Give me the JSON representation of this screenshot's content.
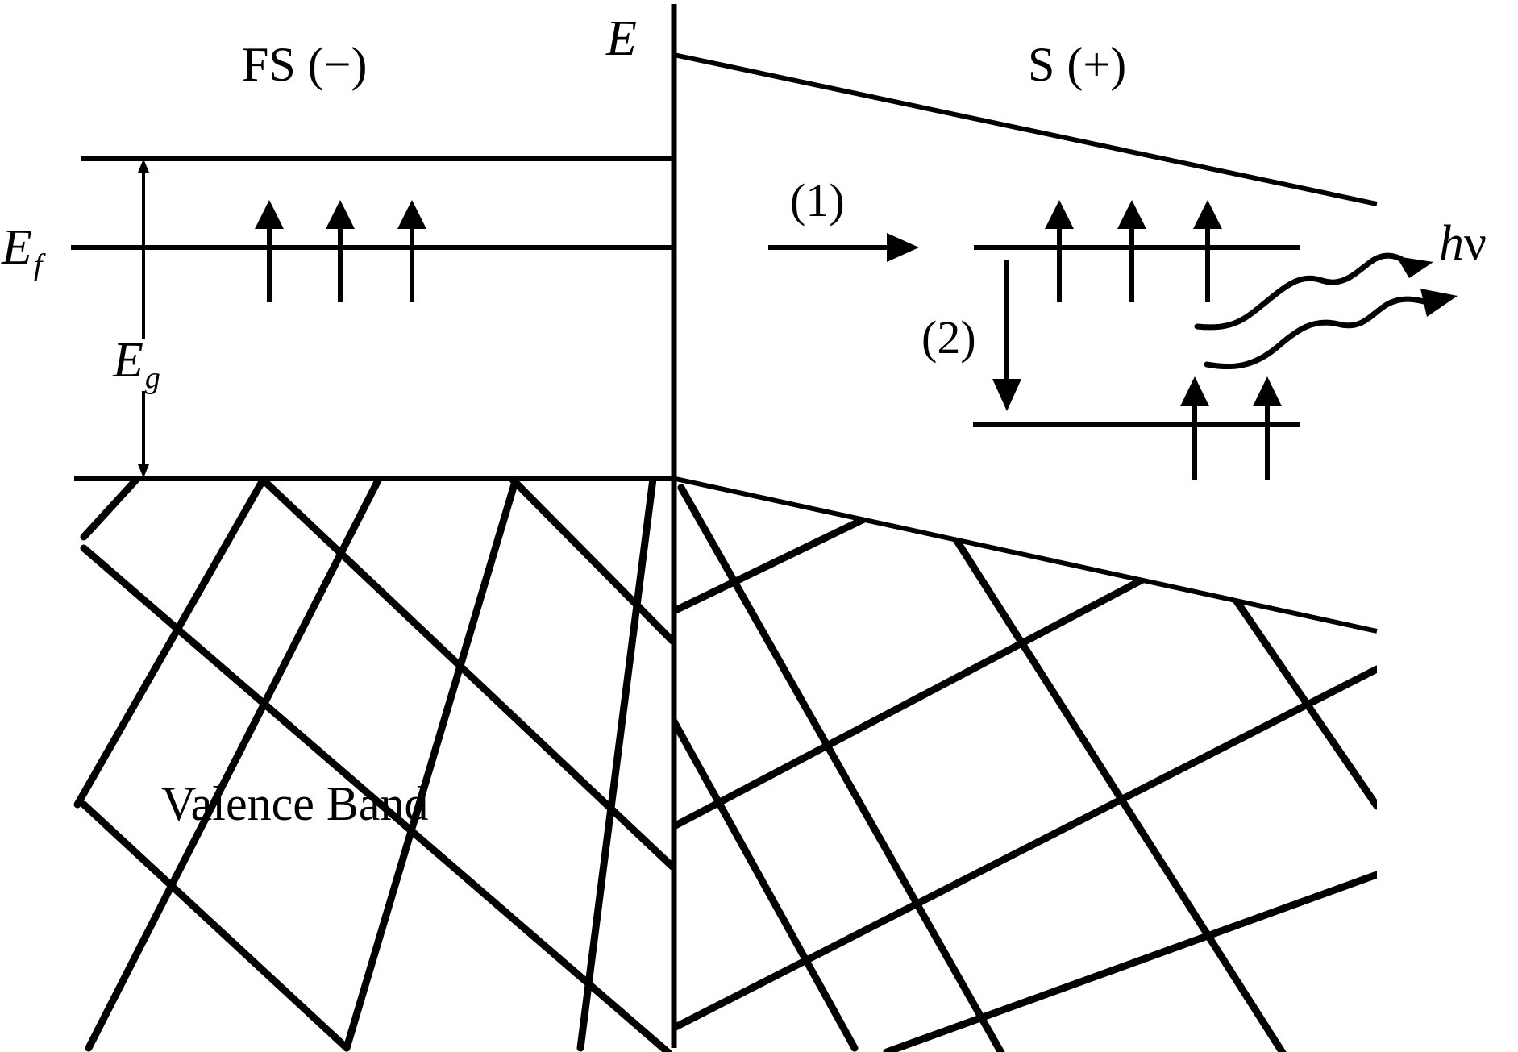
{
  "labels": {
    "left_region": "FS (−)",
    "right_region": "S (+)",
    "energy_axis": "E",
    "fermi_main": "E",
    "fermi_sub": "f",
    "gap_main": "E",
    "gap_sub": "g",
    "step1": "(1)",
    "step2": "(2)",
    "photon_h": "h",
    "photon_nu": "ν",
    "valence_band": "Valence Band"
  }
}
